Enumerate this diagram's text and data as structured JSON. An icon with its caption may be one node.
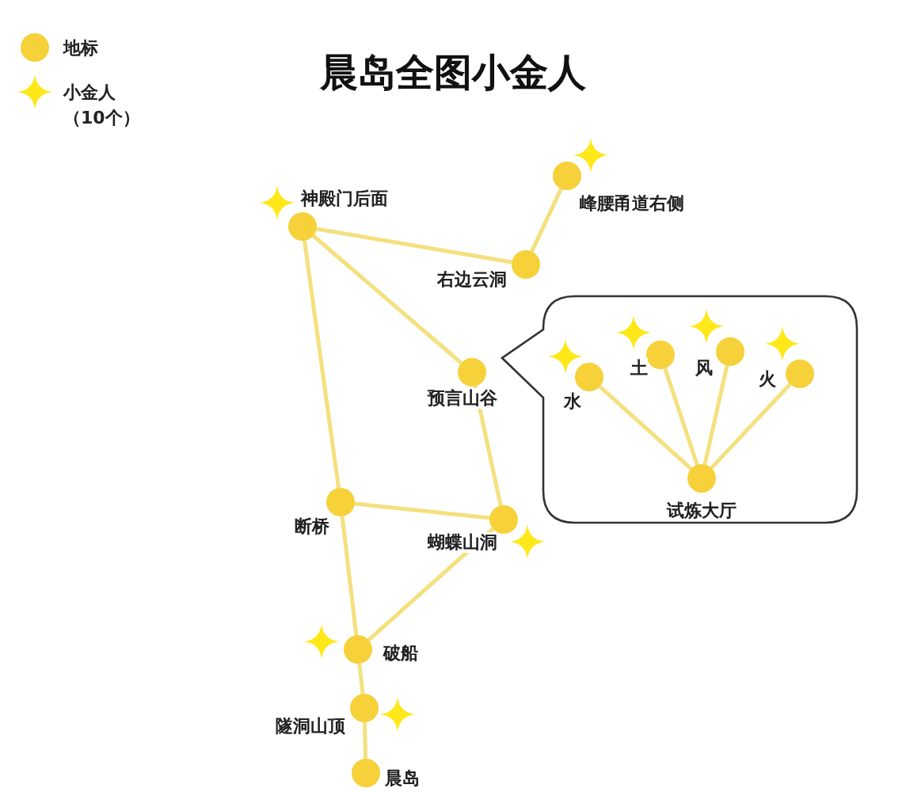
{
  "diagram": {
    "title": "晨岛全图小金人",
    "nodes": [
      {
        "text": [],
        "shape": "circle",
        "beside": [
          "神殿门后面"
        ]
      },
      {
        "text": [],
        "shape": "circle",
        "beside": [
          "峰腰甬道右侧"
        ]
      },
      {
        "text": [],
        "shape": "circle",
        "beside": [
          "右边云洞"
        ]
      },
      {
        "text": [],
        "shape": "callout"
      },
      {
        "text": [],
        "shape": "circle",
        "beside": [
          "水"
        ],
        "in": 3
      },
      {
        "text": [],
        "shape": "circle",
        "beside": [
          "土"
        ],
        "in": 3
      },
      {
        "text": [],
        "shape": "circle",
        "beside": [
          "风"
        ],
        "in": 3
      },
      {
        "text": [],
        "shape": "circle",
        "beside": [
          "火"
        ],
        "in": 3
      },
      {
        "text": [],
        "shape": "circle",
        "beside": [
          "试炼大厅"
        ],
        "in": 3
      },
      {
        "text": [],
        "shape": "circle",
        "beside": [
          "预言山谷"
        ]
      },
      {
        "text": [],
        "shape": "circle",
        "beside": [
          "断桥"
        ]
      },
      {
        "text": [],
        "shape": "circle",
        "beside": [
          "蝴蝶山洞"
        ]
      },
      {
        "text": [],
        "shape": "circle",
        "beside": [
          "破船"
        ]
      },
      {
        "text": [],
        "shape": "circle",
        "beside": [
          "隧洞山顶"
        ]
      },
      {
        "text": [],
        "shape": "circle",
        "beside": [
          "晨岛"
        ]
      }
    ],
    "edges": [
      {
        "from": 0,
        "to": 2,
        "arrow": "none"
      },
      {
        "from": 2,
        "to": 1,
        "arrow": "none"
      },
      {
        "from": 0,
        "to": 9,
        "arrow": "none"
      },
      {
        "from": 0,
        "to": 10,
        "arrow": "none"
      },
      {
        "from": 9,
        "to": 11,
        "arrow": "none"
      },
      {
        "from": 10,
        "to": 11,
        "arrow": "none"
      },
      {
        "from": 10,
        "to": 12,
        "arrow": "none"
      },
      {
        "from": 11,
        "to": 12,
        "arrow": "none"
      },
      {
        "from": 12,
        "to": 13,
        "arrow": "none"
      },
      {
        "from": 13,
        "to": 14,
        "arrow": "none"
      },
      {
        "from": 4,
        "to": 8,
        "arrow": "none"
      },
      {
        "from": 5,
        "to": 8,
        "arrow": "none"
      },
      {
        "from": 6,
        "to": 8,
        "arrow": "none"
      },
      {
        "from": 7,
        "to": 8,
        "arrow": "none"
      }
    ],
    "legend": [
      {
        "text": "地标",
        "color": "#f6d13a"
      },
      {
        "text": "小金人（10个）"
      }
    ]
  }
}
